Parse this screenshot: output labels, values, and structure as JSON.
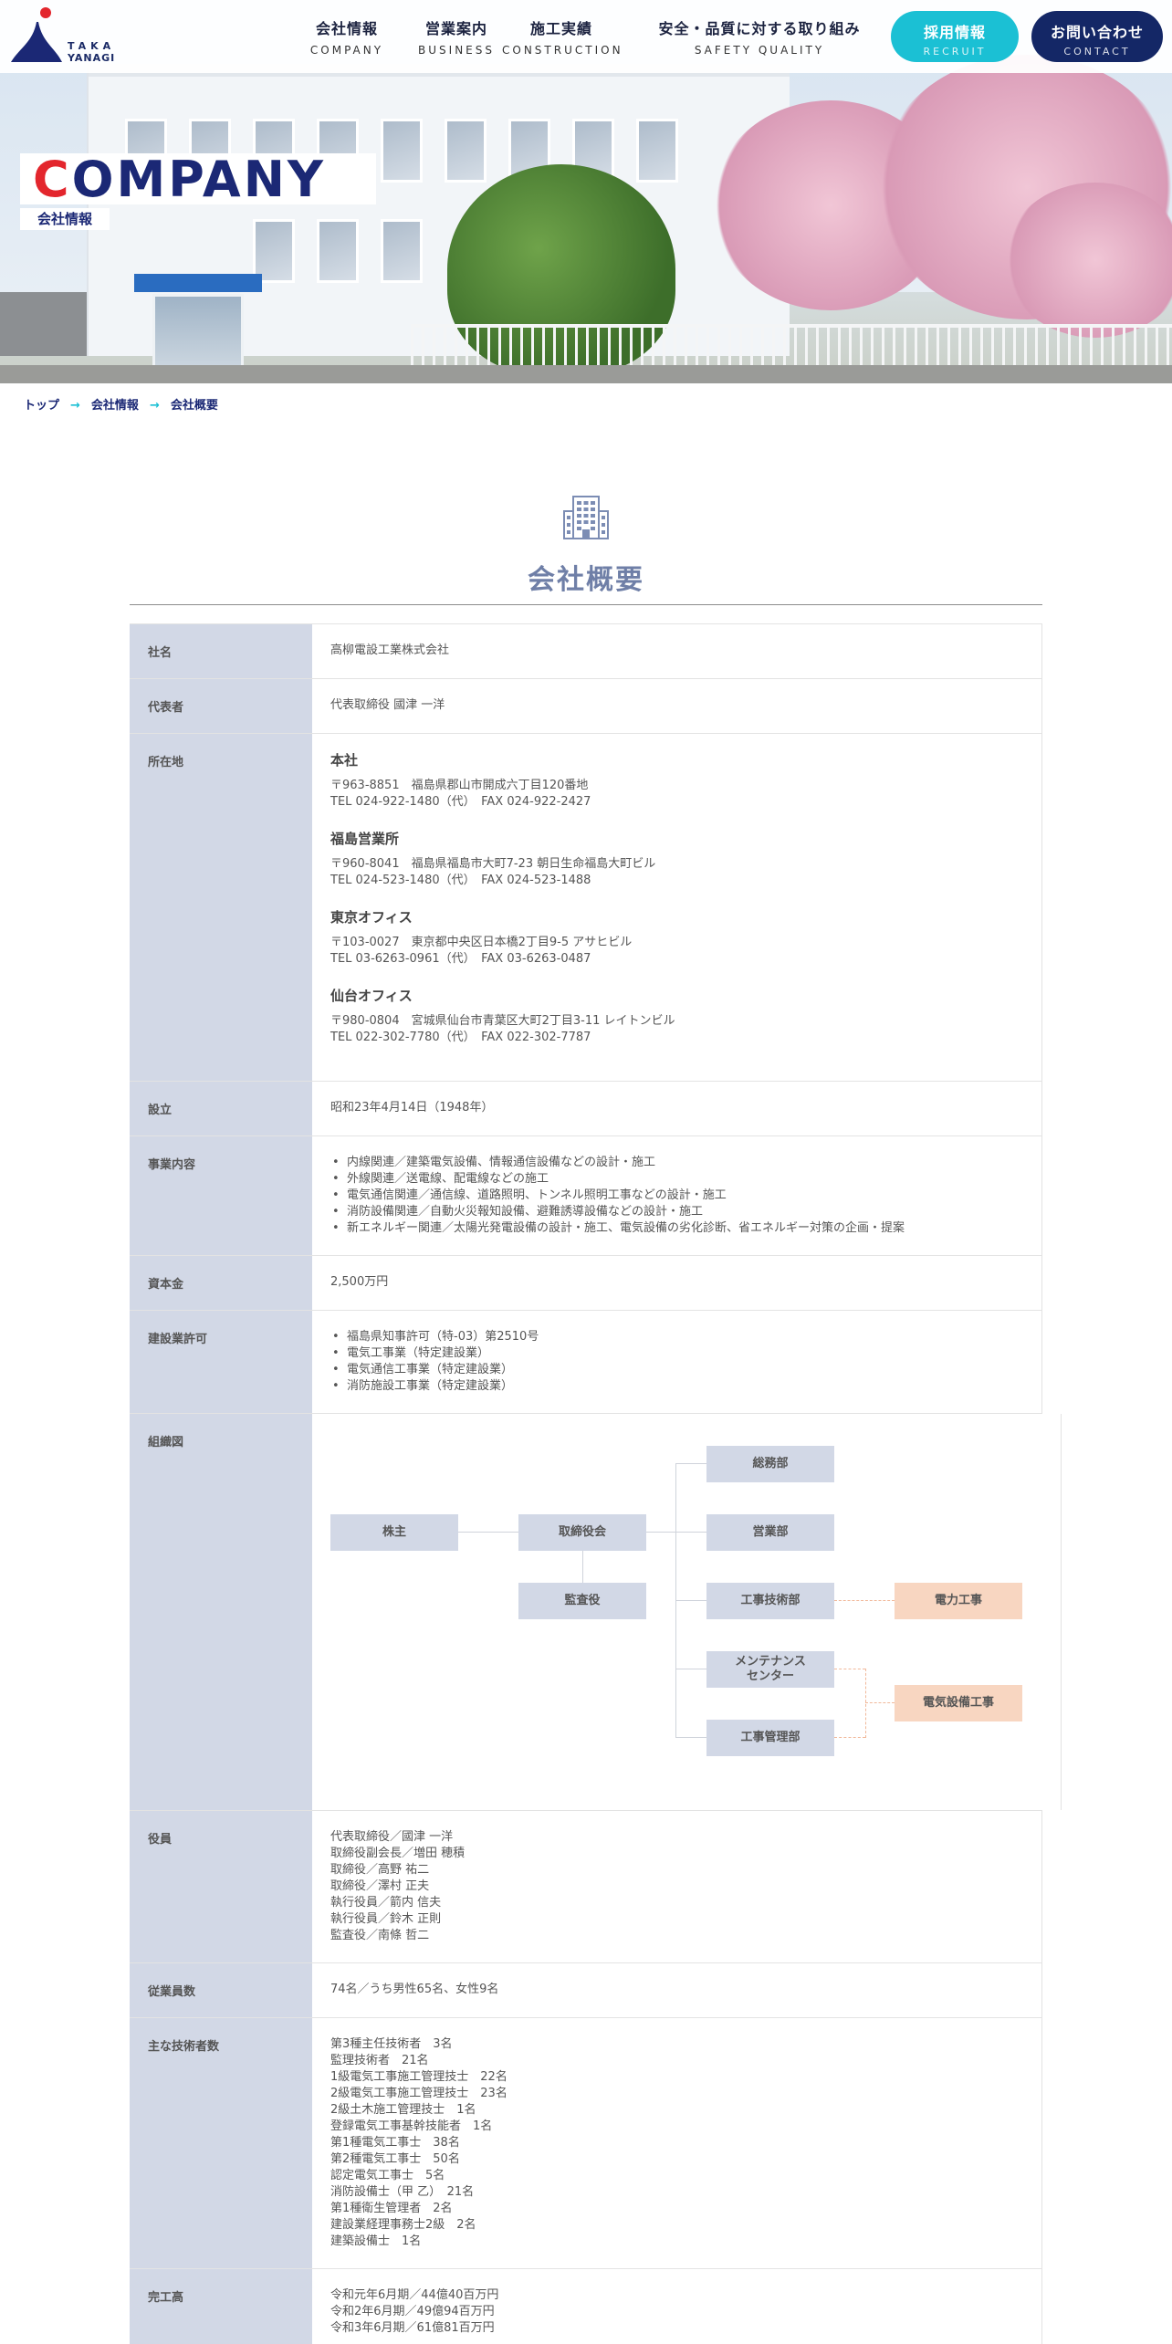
{
  "header": {
    "logo_text_1": "TAKA",
    "logo_text_2": "YANAGI",
    "nav": [
      {
        "jp": "会社情報",
        "en": "COMPANY"
      },
      {
        "jp": "営業案内",
        "en": "BUSINESS"
      },
      {
        "jp": "施工実績",
        "en": "CONSTRUCTION"
      },
      {
        "jp": "安全・品質に対する取り組み",
        "en": "SAFETY QUALITY"
      }
    ],
    "recruit": {
      "jp": "採用情報",
      "en": "RECRUIT"
    },
    "contact": {
      "jp": "お問い合わせ",
      "en": "CONTACT"
    }
  },
  "hero": {
    "title_first": "C",
    "title_rest": "OMPANY",
    "subtitle": "会社情報"
  },
  "breadcrumb": [
    "トップ",
    "会社情報",
    "会社概要"
  ],
  "section": {
    "title": "会社概要"
  },
  "colors": {
    "accent": "#1bc0d4",
    "brand": "#142766",
    "label_bg": "#d2d8e6",
    "red": "#e3262d",
    "orange": "#f8d6c1"
  },
  "table": {
    "company_name": {
      "label": "社名",
      "value": "高柳電設工業株式会社"
    },
    "representative": {
      "label": "代表者",
      "value": "代表取締役 國津 一洋"
    },
    "address": {
      "label": "所在地",
      "offices": [
        {
          "name": "本社",
          "addr": "〒963-8851　福島県郡山市開成六丁目120番地",
          "tel": "TEL 024-922-1480（代）　FAX 024-922-2427"
        },
        {
          "name": "福島営業所",
          "addr": "〒960-8041　福島県福島市大町7-23 朝日生命福島大町ビル",
          "tel": "TEL 024-523-1480（代）　FAX 024-523-1488"
        },
        {
          "name": "東京オフィス",
          "addr": "〒103-0027　東京都中央区日本橋2丁目9-5 アサヒビル",
          "tel": "TEL 03-6263-0961（代）　FAX 03-6263-0487"
        },
        {
          "name": "仙台オフィス",
          "addr": "〒980-0804　宮城県仙台市青葉区大町2丁目3-11 レイトンビル",
          "tel": "TEL 022-302-7780（代）　FAX 022-302-7787"
        }
      ]
    },
    "established": {
      "label": "設立",
      "value": "昭和23年4月14日（1948年）"
    },
    "business": {
      "label": "事業内容",
      "items": [
        "内線関連／建築電気設備、情報通信設備などの設計・施工",
        "外線関連／送電線、配電線などの施工",
        "電気通信関連／通信線、道路照明、トンネル照明工事などの設計・施工",
        "消防設備関連／自動火災報知設備、避難誘導設備などの設計・施工",
        "新エネルギー関連／太陽光発電設備の設計・施工、電気設備の劣化診断、省エネルギー対策の企画・提案"
      ]
    },
    "capital": {
      "label": "資本金",
      "value": "2,500万円"
    },
    "license": {
      "label": "建設業許可",
      "items": [
        "福島県知事許可（特-03）第2510号",
        "電気工事業（特定建設業）",
        "電気通信工事業（特定建設業）",
        "消防施設工事業（特定建設業）"
      ]
    },
    "org_chart": {
      "label": "組織図",
      "shareholders": "株主",
      "board": "取締役会",
      "auditor": "監査役",
      "general_affairs": "総務部",
      "sales": "営業部",
      "engineering": "工事技術部",
      "maintenance_1": "メンテナンス",
      "maintenance_2": "センター",
      "construction_mgmt": "工事管理部",
      "power_work": "電力工事",
      "electrical_work": "電気設備工事"
    },
    "officers": {
      "label": "役員",
      "items": [
        "代表取締役／國津 一洋",
        "取締役副会長／増田 穂積",
        "取締役／高野 祐二",
        "取締役／澤村 正夫",
        "執行役員／箭内 信夫",
        "執行役員／鈴木 正則",
        "監査役／南條 哲二"
      ]
    },
    "employees": {
      "label": "従業員数",
      "value": "74名／うち男性65名、女性9名"
    },
    "engineers": {
      "label": "主な技術者数",
      "items": [
        "第3種主任技術者　3名",
        "監理技術者　21名",
        "1級電気工事施工管理技士　22名",
        "2級電気工事施工管理技士　23名",
        "2級土木施工管理技士　1名",
        "登録電気工事基幹技能者　1名",
        "第1種電気工事士　38名",
        "第2種電気工事士　50名",
        "認定電気工事士　5名",
        "消防設備士（甲 乙）　21名",
        "第1種衛生管理者　2名",
        "建設業経理事務士2級　2名",
        "建築設備士　1名"
      ]
    },
    "completed": {
      "label": "完工高",
      "items": [
        "令和元年6月期／44億40百万円",
        "令和2年6月期／49億94百万円",
        "令和3年6月期／61億81百万円"
      ]
    }
  }
}
